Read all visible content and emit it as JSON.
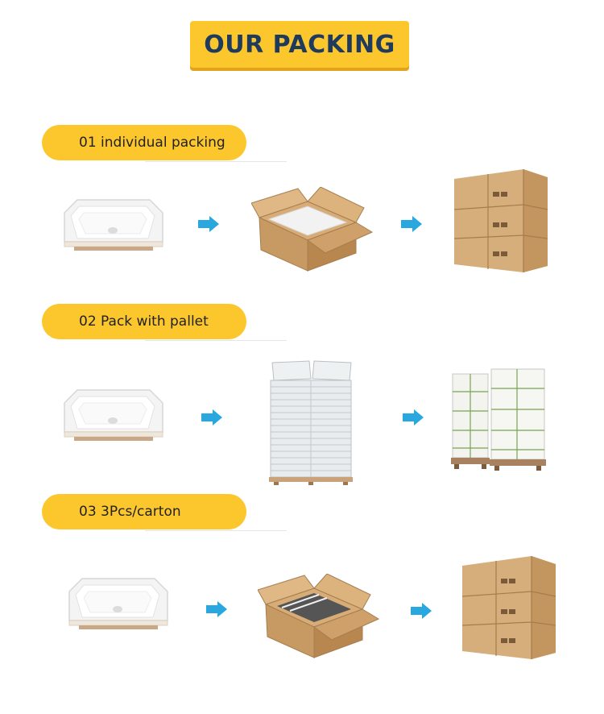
{
  "header": {
    "title": "OUR PACKING"
  },
  "sections": [
    {
      "label": "01  individual packing"
    },
    {
      "label": "02  Pack with pallet"
    },
    {
      "label": "03  3Pcs/carton"
    }
  ],
  "colors": {
    "accent": "#fcc72d",
    "title_text": "#1f3a5f",
    "arrow": "#29a8e0"
  },
  "icons": [
    "sink-image",
    "arrow-right-icon",
    "open-carton-image",
    "pallet-boxes-image",
    "stacked-sinks-image",
    "wrapped-pallets-image"
  ]
}
